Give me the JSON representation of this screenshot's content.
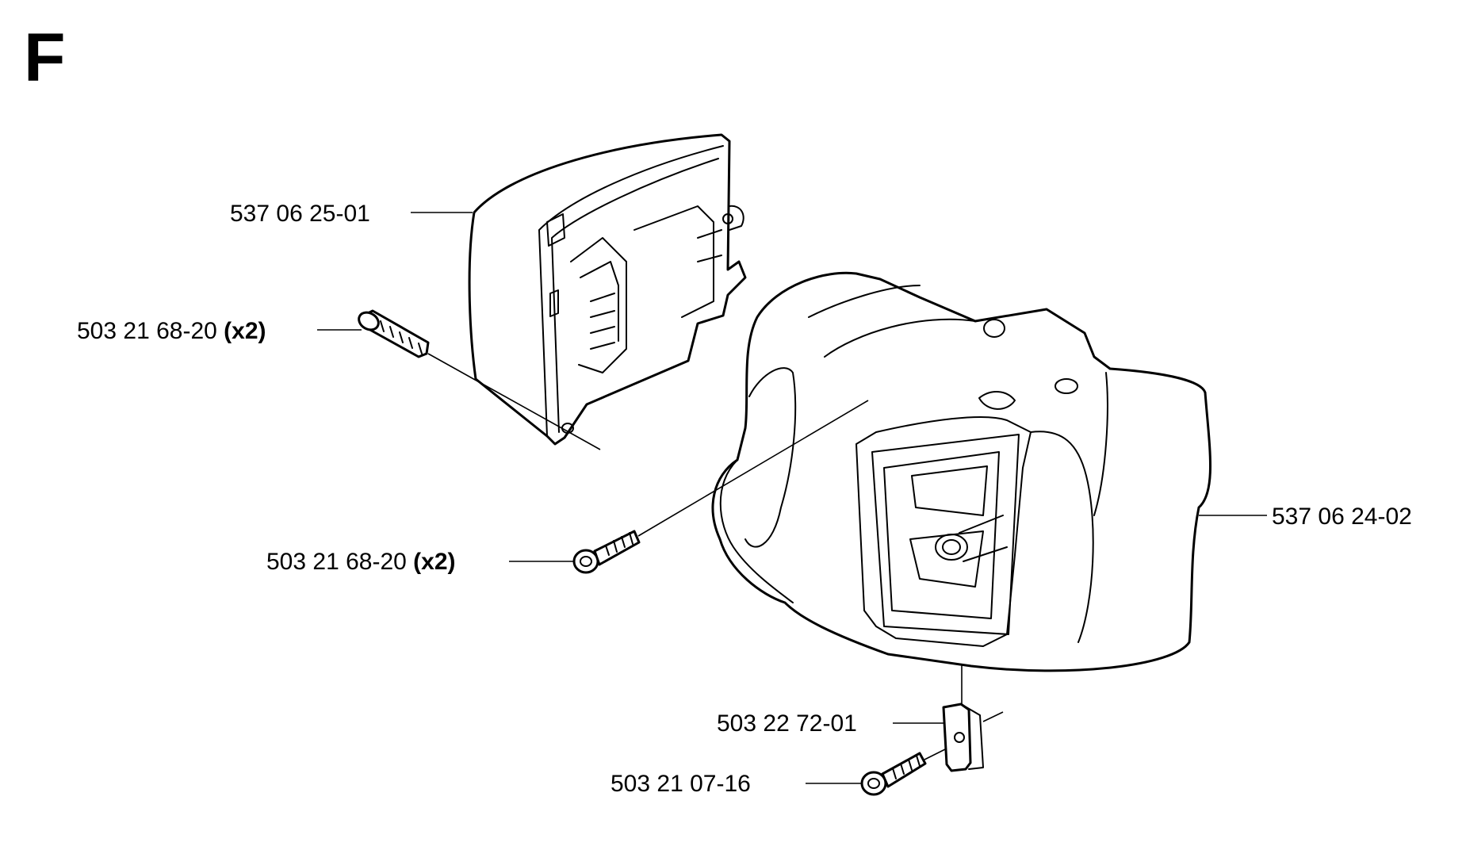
{
  "section_letter": "F",
  "parts": {
    "cover": {
      "number": "537 06 25-01"
    },
    "screw_top": {
      "number": "503 21 68-20",
      "qty": "(x2)"
    },
    "screw_mid": {
      "number": "503 21 68-20",
      "qty": "(x2)"
    },
    "housing": {
      "number": "537 06 24-02"
    },
    "clip": {
      "number": "503 22 72-01"
    },
    "screw_bottom": {
      "number": "503 21 07-16"
    }
  }
}
